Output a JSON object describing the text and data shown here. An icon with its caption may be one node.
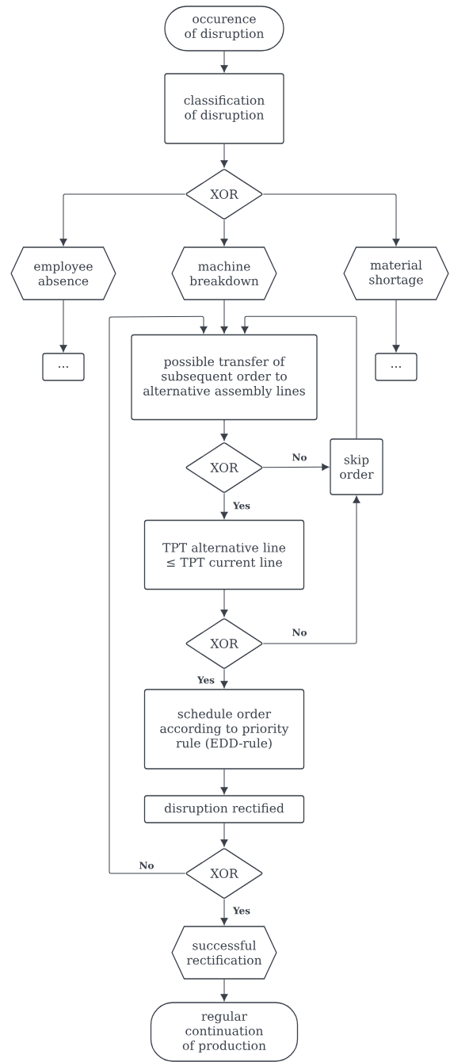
{
  "diagram": {
    "nodes": [
      {
        "text": [
          "occurence of disruption"
        ]
      },
      {
        "text": [
          "classification of disruption"
        ]
      },
      {
        "text": [
          "XOR"
        ]
      },
      {
        "text": [
          "employee absence"
        ]
      },
      {
        "text": [
          "machine breakdown"
        ]
      },
      {
        "text": [
          "material shortage"
        ]
      },
      {
        "text": [
          "..."
        ]
      },
      {
        "text": [
          "..."
        ]
      },
      {
        "text": [
          "possible transfer of subsequent order to alternative assembly lines"
        ]
      },
      {
        "text": [
          "XOR"
        ]
      },
      {
        "text": [
          "skip order"
        ]
      },
      {
        "text": [
          "TPT alternative line ≤  TPT current line"
        ]
      },
      {
        "text": [
          "XOR"
        ]
      },
      {
        "text": [
          "schedule order according to priority rule (EDD-rule)"
        ]
      },
      {
        "text": [
          "disruption rectified"
        ]
      },
      {
        "text": [
          "XOR"
        ]
      },
      {
        "text": [
          "successful rectification"
        ]
      },
      {
        "text": [
          "regular continuation of production"
        ]
      }
    ],
    "edges": [
      {
        "from": 0,
        "to": 1,
        "arrow": "to"
      },
      {
        "from": 1,
        "to": 2,
        "arrow": "to"
      },
      {
        "from": 2,
        "to": 3,
        "arrow": "to"
      },
      {
        "from": 2,
        "to": 4,
        "arrow": "to"
      },
      {
        "from": 2,
        "to": 5,
        "arrow": "to"
      },
      {
        "from": 3,
        "to": 6,
        "arrow": "to"
      },
      {
        "from": 5,
        "to": 7,
        "arrow": "to"
      },
      {
        "from": 4,
        "to": 8,
        "arrow": "to"
      },
      {
        "from": 10,
        "to": 8,
        "arrow": "to"
      },
      {
        "from": 15,
        "to": 8,
        "arrow": "to",
        "label": "No"
      },
      {
        "from": 8,
        "to": 9,
        "arrow": "to"
      },
      {
        "from": 9,
        "to": 10,
        "arrow": "to",
        "label": "No"
      },
      {
        "from": 9,
        "to": 11,
        "arrow": "to",
        "label": "Yes"
      },
      {
        "from": 11,
        "to": 12,
        "arrow": "to"
      },
      {
        "from": 12,
        "to": 10,
        "arrow": "to",
        "label": "No"
      },
      {
        "from": 12,
        "to": 13,
        "arrow": "to",
        "label": "Yes"
      },
      {
        "from": 13,
        "to": 14,
        "arrow": "to"
      },
      {
        "from": 14,
        "to": 15,
        "arrow": "to"
      },
      {
        "from": 15,
        "to": 16,
        "arrow": "to",
        "label": "Yes"
      },
      {
        "from": 16,
        "to": 17,
        "arrow": "to"
      }
    ]
  }
}
